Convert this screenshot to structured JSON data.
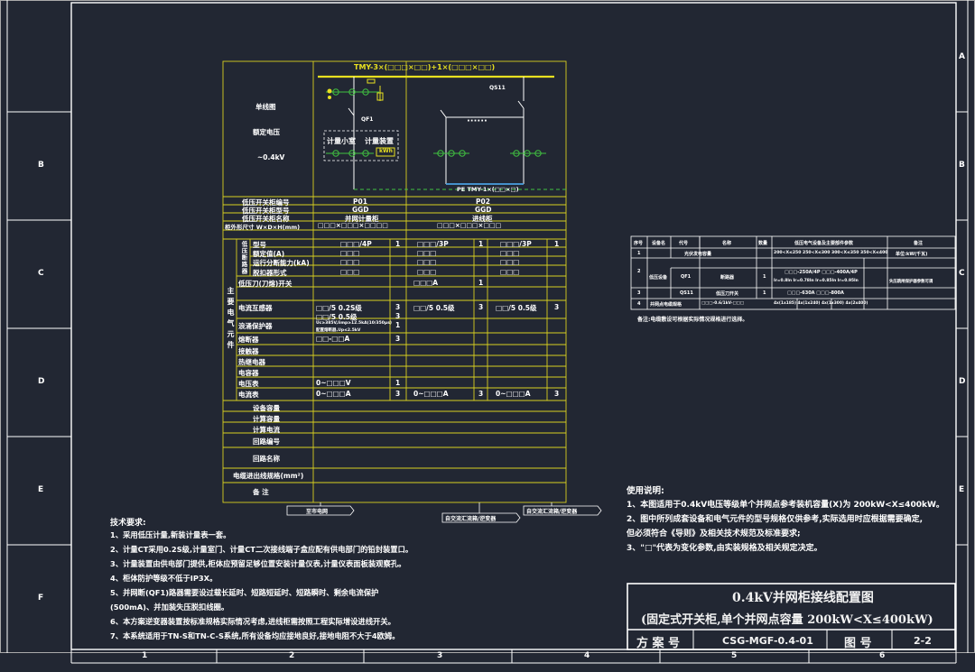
{
  "border": {
    "row_markers": [
      "A",
      "B",
      "C",
      "D",
      "E",
      "F"
    ],
    "col_markers": [
      "1",
      "2",
      "3",
      "4",
      "5",
      "6"
    ]
  },
  "diagram": {
    "bus_label": "TMY-3×(□□□×□□)+1×(□□□×□□)",
    "left_labels": [
      "单线图",
      "额定电压",
      "~0.4kV"
    ],
    "qf1": "QF1",
    "qs11": "QS11",
    "metering_box": "计量小室",
    "metering_device": "计量装置",
    "kwh": "kWh",
    "dots": "······",
    "branch_bus": "PE TMY-1×(□□×□)"
  },
  "main_table": {
    "header_rows": [
      {
        "label": "低压开关柜编号",
        "col1": "P01",
        "col2": "P02"
      },
      {
        "label": "低压开关柜型号",
        "col1": "GGD",
        "col2": "GGD"
      },
      {
        "label": "低压开关柜名称",
        "col1": "并网计量柜",
        "col2": "进线柜"
      },
      {
        "label": "柜外形尺寸  W×D×H(mm)",
        "col1": "□□□×□□□×□□□□",
        "col2": "□□□×□□□×□□□"
      }
    ],
    "group_main": "主要电气元件",
    "group_breaker": "低压断路器",
    "breaker_rows": [
      {
        "label": "型号",
        "v1": "□□□/4P",
        "n1": "1",
        "v2": "□□□/3P",
        "n2": "1",
        "v3": "□□□/3P",
        "n3": "1"
      },
      {
        "label": "额定值(A)",
        "v1": "□□□",
        "n1": "",
        "v2": "□□□",
        "n2": "",
        "v3": "□□□",
        "n3": ""
      },
      {
        "label": "运行分断能力(kA)",
        "v1": "□□□",
        "n1": "",
        "v2": "□□□",
        "n2": "",
        "v3": "□□□",
        "n3": ""
      },
      {
        "label": "脱扣器形式",
        "v1": "□□□",
        "n1": "",
        "v2": "□□□",
        "n2": "",
        "v3": "□□□",
        "n3": ""
      }
    ],
    "element_rows": [
      {
        "label": "低压刀(刀熔)开关",
        "v1": "",
        "n1": "",
        "v2": "□□□A",
        "n2": "1",
        "v3": "",
        "n3": ""
      },
      {
        "label": "电流互感器",
        "v1": "□□/5  0.2S级",
        "n1": "3",
        "v2": "□□/5  0.5级",
        "n2": "3",
        "v3": "□□/5  0.5级",
        "n3": "3"
      },
      {
        "label": "",
        "v1": "□□/5  0.5级",
        "n1": "3",
        "v2": "",
        "n2": "",
        "v3": "",
        "n3": ""
      },
      {
        "label": "浪涌保护器",
        "v1": "Uc≥385V,Iimp≥12.5kA(10/350μs)",
        "n1": "1",
        "v2": "",
        "n2": "",
        "v3": "",
        "n3": ""
      },
      {
        "label": "",
        "v1": "配置熔断器,Up≤2.5kV",
        "n1": "",
        "v2": "",
        "n2": "",
        "v3": "",
        "n3": ""
      },
      {
        "label": "熔断器",
        "v1": "□□-□□A",
        "n1": "3",
        "v2": "",
        "n2": "",
        "v3": "",
        "n3": ""
      },
      {
        "label": "接触器",
        "v1": "",
        "n1": "",
        "v2": "",
        "n2": "",
        "v3": "",
        "n3": ""
      },
      {
        "label": "热继电器",
        "v1": "",
        "n1": "",
        "v2": "",
        "n2": "",
        "v3": "",
        "n3": ""
      },
      {
        "label": "电容器",
        "v1": "",
        "n1": "",
        "v2": "",
        "n2": "",
        "v3": "",
        "n3": ""
      },
      {
        "label": "电压表",
        "v1": "0~□□□V",
        "n1": "1",
        "v2": "",
        "n2": "",
        "v3": "",
        "n3": ""
      },
      {
        "label": "电流表",
        "v1": "0~□□□A",
        "n1": "3",
        "v2": "0~□□□A",
        "n2": "3",
        "v3": "0~□□□A",
        "n3": "3"
      }
    ],
    "footer_rows": [
      "设备容量",
      "计算容量",
      "计算电流",
      "回路编号",
      "回路名称",
      "电缆进出线规格(mm²)",
      "备  注"
    ]
  },
  "tags": {
    "tag1": "至市电网",
    "tag2": "自交流汇流箱/逆变器",
    "tag3": "自交流汇流箱/逆变器"
  },
  "requirements": {
    "title": "技术要求:",
    "items": [
      "1、采用低压计量,新装计量表一套。",
      "2、计量CT采用0.2S级,计量室门、计量CT二次接线端子盒应配有供电部门的铅封装置口。",
      "3、计量装置由供电部门提供,柜体应预留足够位置安装计量仪表,计量仪表面板装观察孔。",
      "4、柜体防护等级不低于IP3X。",
      "5、并网断(QF1)路器需要设过载长延时、短路短延时、短路瞬时、剩余电流保护",
      "(500mA)、并加装失压脱扣线圈。",
      "6、本方案逆变器装置按标准规格实际情况考虑,进线柜需按照工程实际增设进线开关。",
      "7、本系统适用于TN-S和TN-C-S系统,所有设备均应接地良好,接地电阻不大于4欧姆。"
    ]
  },
  "right_table": {
    "headers": [
      "序号",
      "设备名",
      "代号",
      "名称",
      "数量",
      "低压电气设备及主要部件参数",
      "备注"
    ],
    "rows": [
      [
        "1",
        "光伏发电容量",
        "",
        "",
        "",
        "200<X≤250  250<X≤300  300<X≤350  350<X≤400",
        "单位:kW(千瓦)"
      ],
      [
        "2",
        "",
        "QF1",
        "断路器",
        "1",
        "□□□-250A/4P  □□□-400A/4P",
        ""
      ],
      [
        "",
        "",
        "",
        "",
        "",
        "Ir=0.8In  Ir=0.78In  Ir=0.85In  Ir=0.95In",
        "失压跳闸保护器参数可调"
      ],
      [
        "3",
        "",
        "QS11",
        "低压刀开关",
        "1",
        "□□□-630A  □□□-800A",
        ""
      ],
      [
        "4",
        "",
        "",
        "",
        "",
        "4x(1x185) 4x(1x240) 4x(1x300) 4x(2x400)",
        ""
      ]
    ],
    "group_label": "低压设备",
    "row4_label": "并网点电缆规格",
    "row4_code": "□□□-0.6/1kV-□□□",
    "note": "备注:电缆敷设可根据实际情况规格进行选择。"
  },
  "usage": {
    "title": "使用说明:",
    "items": [
      "1、本图适用于0.4kV电压等级单个并网点参考装机容量(X)为 200kW<X≤400kW。",
      "2、图中所列成套设备和电气元件的型号规格仅供参考,实际选用时应根据需要确定,",
      "但必须符合《导则》及相关技术规范及标准要求;",
      "3、\"□\"代表为变化参数,由实装规格及相关规定决定。"
    ]
  },
  "title_block": {
    "title": "0.4kV并网柜接线配置图",
    "subtitle": "(固定式开关柜,单个并网点容量 200kW<X≤400kW)",
    "scheme_label": "方 案 号",
    "scheme_no": "CSG-MGF-0.4-01",
    "drawing_label": "图  号",
    "drawing_no": "2-2"
  }
}
